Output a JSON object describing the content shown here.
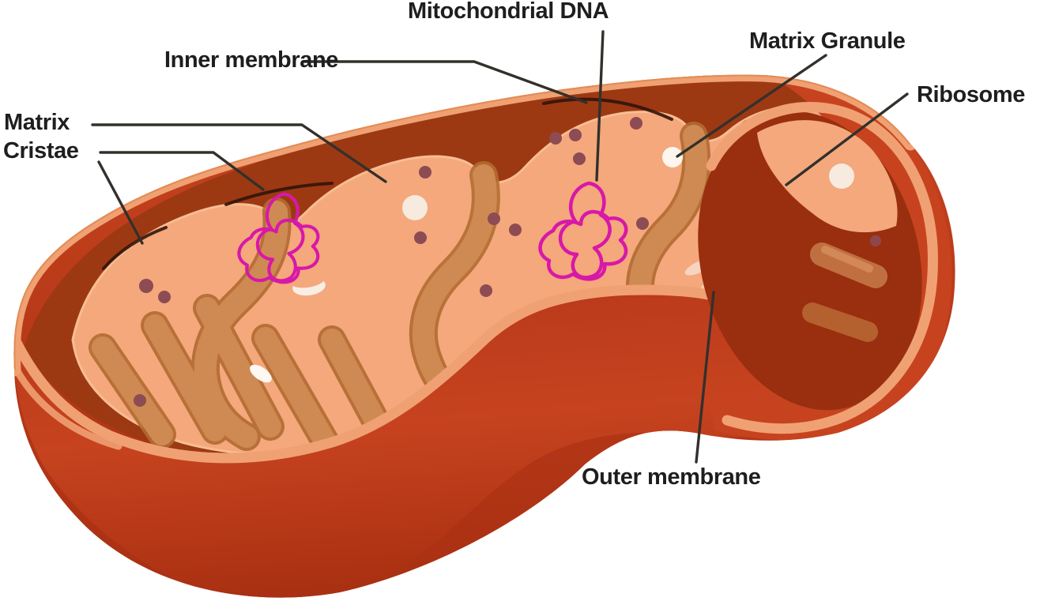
{
  "figure": {
    "subject": "Mitochondrion cross-section diagram",
    "label_count": 7
  },
  "labels": {
    "mitochondrial_dna": "Mitochondrial DNA",
    "matrix_granule": "Matrix Granule",
    "ribosome": "Ribosome",
    "inner_membrane": "Inner membrane",
    "matrix": "Matrix",
    "cristae": "Cristae",
    "outer_membrane": "Outer membrane"
  },
  "colors": {
    "background": "#ffffff",
    "label_text": "#1e1e1e",
    "leader_line": "#33302c",
    "outer_membrane_red": "#c7431f",
    "outer_membrane_dark": "#a93012",
    "rim_light": "#f0a173",
    "rim_edge": "#e08850",
    "intermembrane_dark": "#9c3913",
    "cap_face_dark": "#992f0f",
    "matrix_peach": "#f4a87c",
    "matrix_edge": "#f8bd93",
    "cristae_tan": "#ce8a52",
    "cristae_outline": "#b26b31",
    "dna_magenta": "#d818a8",
    "ribosome_dot": "#8d4b53",
    "granule_white": "#f7eadf",
    "granule_pink": "#f2ccc0",
    "cristae_dark_line": "#331409"
  }
}
